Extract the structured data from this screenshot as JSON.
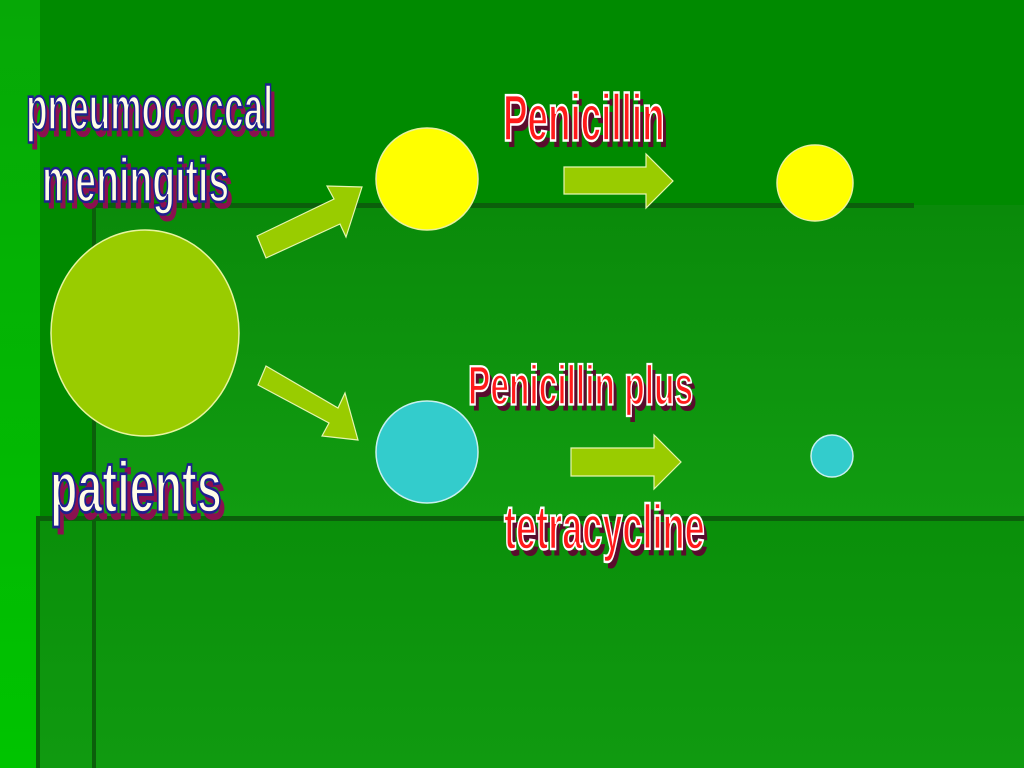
{
  "labels": {
    "pneumococcal": "pneumococcal",
    "meningitis": "meningitis",
    "patients": "patients",
    "penicillin": "Penicillin",
    "penicillin_plus": "Penicillin plus",
    "tetracycline": "tetracycline"
  },
  "colors": {
    "background": "#008A00",
    "patients_circle": "#99CC00",
    "penicillin_circle": "#FFFF00",
    "combination_circle": "#33CCCC",
    "arrow": "#99CC00",
    "label_red": "#FF1A1A",
    "label_white": "#FFFDE6"
  }
}
